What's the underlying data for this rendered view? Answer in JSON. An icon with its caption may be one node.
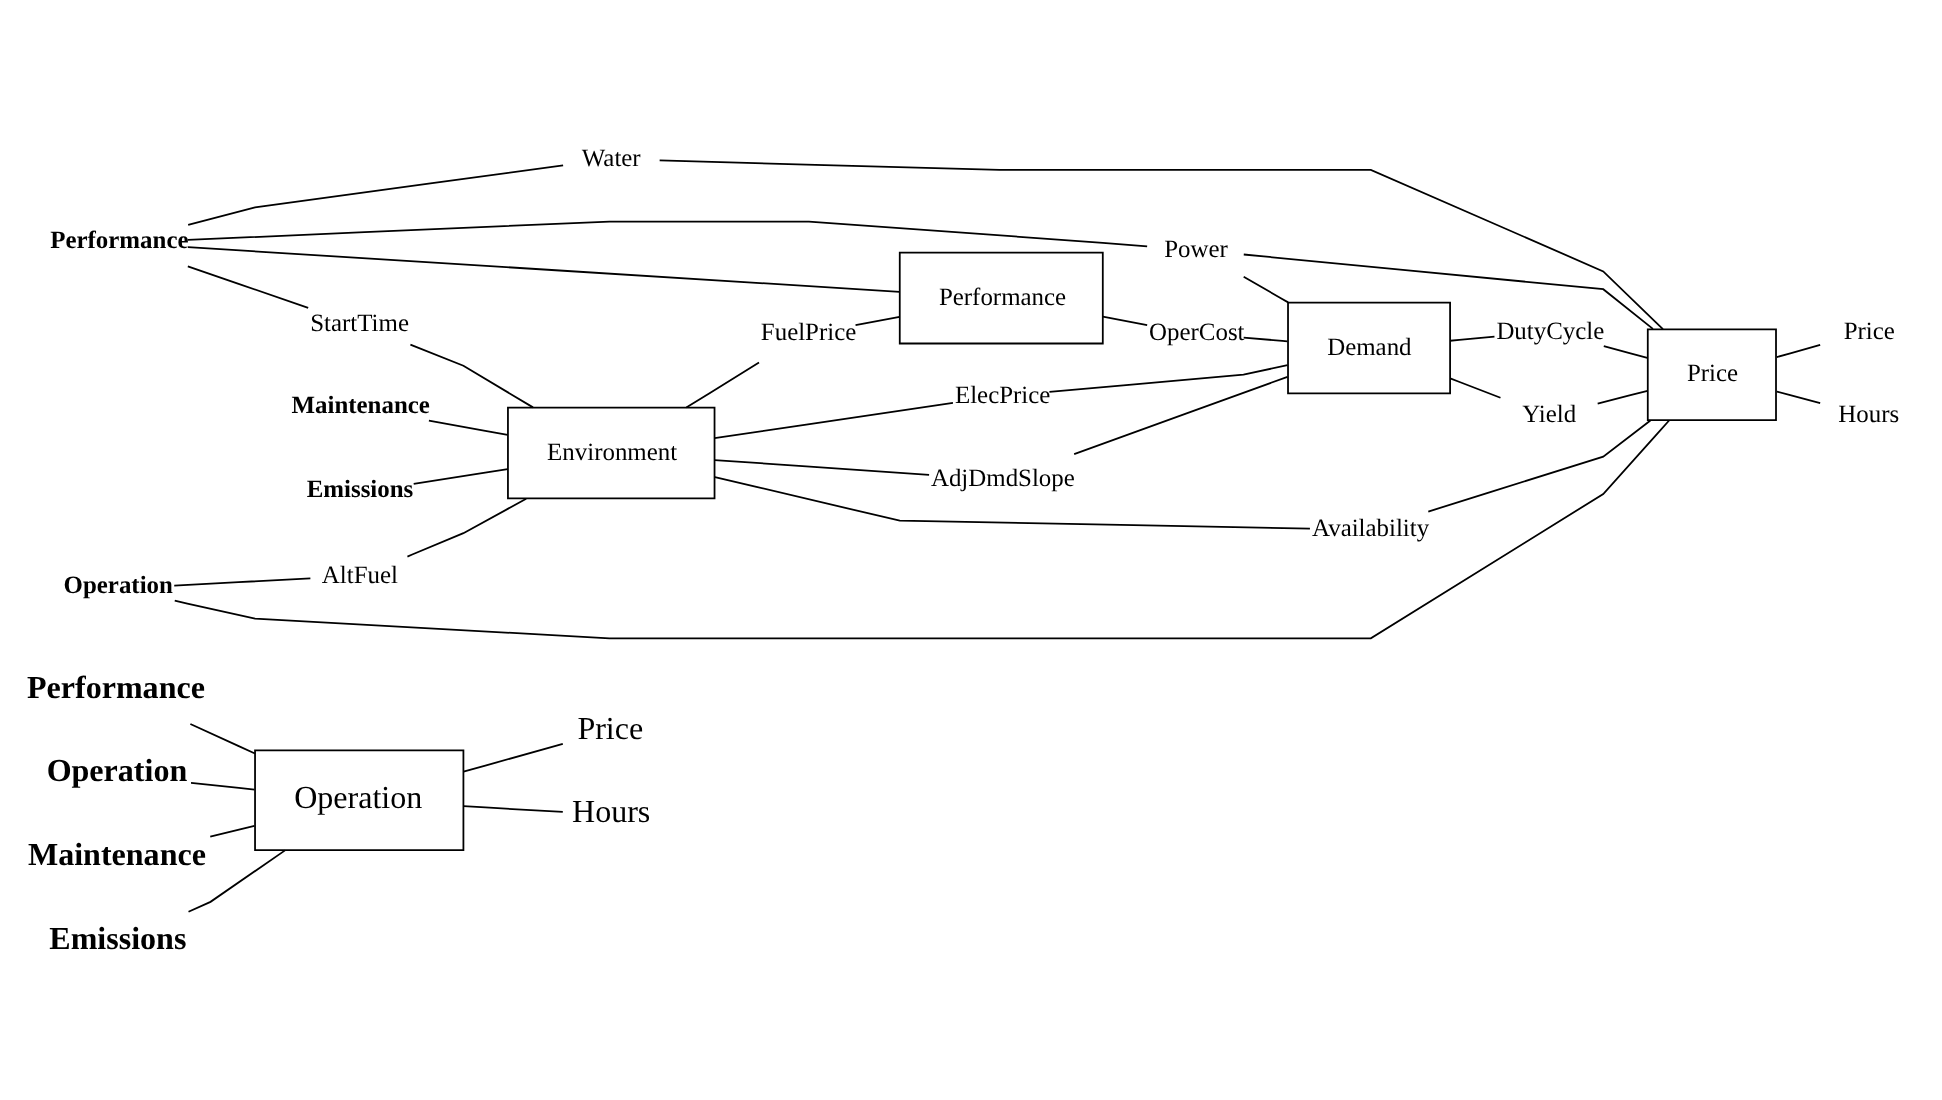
{
  "diagram": {
    "nodes": [
      {
        "text": [
          "Performance"
        ]
      },
      {
        "text": [
          "Operation"
        ]
      },
      {
        "text": [
          "Maintenance"
        ]
      },
      {
        "text": [
          "Emissions"
        ]
      },
      {
        "text": [
          "Operation"
        ]
      },
      {
        "text": [
          "Price"
        ]
      },
      {
        "text": [
          "Hours"
        ]
      },
      {
        "text": [
          "Water"
        ]
      },
      {
        "text": [
          "Power"
        ]
      },
      {
        "text": [
          "Performance"
        ]
      },
      {
        "text": [
          "Performance"
        ]
      },
      {
        "text": [
          "StartTime"
        ]
      },
      {
        "text": [
          "FuelPrice"
        ]
      },
      {
        "text": [
          "OperCost"
        ]
      },
      {
        "text": [
          "Maintenance"
        ]
      },
      {
        "text": [
          "Environment"
        ]
      },
      {
        "text": [
          "ElecPrice"
        ]
      },
      {
        "text": [
          "Demand"
        ]
      },
      {
        "text": [
          "DutyCycle"
        ]
      },
      {
        "text": [
          "Emissions"
        ]
      },
      {
        "text": [
          "AdjDmdSlope"
        ]
      },
      {
        "text": [
          "Yield"
        ]
      },
      {
        "text": [
          "Availability"
        ]
      },
      {
        "text": [
          "Price"
        ]
      },
      {
        "text": [
          "AltFuel"
        ]
      },
      {
        "text": [
          "Price"
        ]
      },
      {
        "text": [
          "Operation"
        ]
      },
      {
        "text": [
          "Hours"
        ]
      }
    ],
    "edges": [
      {
        "from": 0,
        "to": 4,
        "arrow": "none"
      },
      {
        "from": 1,
        "to": 4,
        "arrow": "none"
      },
      {
        "from": 2,
        "to": 4,
        "arrow": "none"
      },
      {
        "from": 3,
        "to": 4,
        "arrow": "none"
      },
      {
        "from": 4,
        "to": 5,
        "arrow": "none"
      },
      {
        "from": 4,
        "to": 6,
        "arrow": "none"
      },
      {
        "from": 9,
        "to": 7,
        "arrow": "none"
      },
      {
        "from": 9,
        "to": 8,
        "arrow": "none"
      },
      {
        "from": 9,
        "to": 10,
        "arrow": "none"
      },
      {
        "from": 9,
        "to": 11,
        "arrow": "none"
      },
      {
        "from": 7,
        "to": 23,
        "arrow": "none"
      },
      {
        "from": 8,
        "to": 17,
        "arrow": "none"
      },
      {
        "from": 8,
        "to": 23,
        "arrow": "none"
      },
      {
        "from": 11,
        "to": 15,
        "arrow": "none"
      },
      {
        "from": 15,
        "to": 12,
        "arrow": "none"
      },
      {
        "from": 12,
        "to": 10,
        "arrow": "none"
      },
      {
        "from": 10,
        "to": 13,
        "arrow": "none"
      },
      {
        "from": 13,
        "to": 17,
        "arrow": "none"
      },
      {
        "from": 14,
        "to": 15,
        "arrow": "none"
      },
      {
        "from": 19,
        "to": 15,
        "arrow": "none"
      },
      {
        "from": 26,
        "to": 24,
        "arrow": "none"
      },
      {
        "from": 24,
        "to": 15,
        "arrow": "none"
      },
      {
        "from": 15,
        "to": 16,
        "arrow": "none"
      },
      {
        "from": 16,
        "to": 17,
        "arrow": "none"
      },
      {
        "from": 15,
        "to": 20,
        "arrow": "none"
      },
      {
        "from": 20,
        "to": 17,
        "arrow": "none"
      },
      {
        "from": 15,
        "to": 22,
        "arrow": "none"
      },
      {
        "from": 22,
        "to": 23,
        "arrow": "none"
      },
      {
        "from": 17,
        "to": 18,
        "arrow": "none"
      },
      {
        "from": 18,
        "to": 23,
        "arrow": "none"
      },
      {
        "from": 17,
        "to": 21,
        "arrow": "none"
      },
      {
        "from": 21,
        "to": 23,
        "arrow": "none"
      },
      {
        "from": 26,
        "to": 23,
        "arrow": "none"
      },
      {
        "from": 23,
        "to": 25,
        "arrow": "none"
      },
      {
        "from": 23,
        "to": 27,
        "arrow": "none"
      }
    ]
  }
}
